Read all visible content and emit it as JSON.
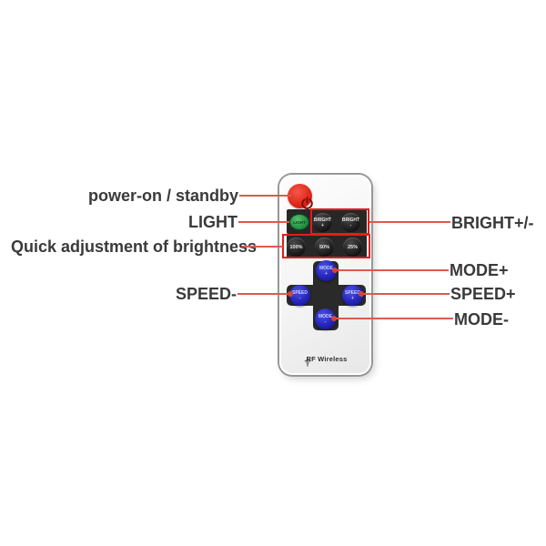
{
  "remote": {
    "brand": "RF Wireless",
    "buttons": {
      "light": {
        "label": "LIGHT"
      },
      "bright_plus": {
        "line1": "BRIGHT",
        "line2": "+"
      },
      "bright_minus": {
        "line1": "BRIGHT",
        "line2": "-"
      },
      "percent": [
        "100%",
        "50%",
        "25%"
      ],
      "mode_plus": {
        "line1": "MODE",
        "line2": "+"
      },
      "speed_minus": {
        "line1": "SPEED",
        "line2": "-"
      },
      "speed_plus": {
        "line1": "SPEED",
        "line2": "+"
      },
      "mode_minus": {
        "line1": "MODE",
        "line2": "-"
      }
    }
  },
  "annotations": {
    "left": {
      "power": "power-on / standby",
      "light": "LIGHT",
      "brightness": "Quick adjustment of brightness",
      "speed_minus": "SPEED-"
    },
    "right": {
      "bright": "BRIGHT+/-",
      "mode_plus": "MODE+",
      "speed_plus": "SPEED+",
      "mode_minus": "MODE-"
    }
  },
  "colors": {
    "power_red": "#e02517",
    "light_green": "#259044",
    "button_blue": "#2424b8",
    "panel_dark": "#272727",
    "outline_red": "#e31c1c",
    "connector_red": "#dd5a50",
    "label_text": "#3a3a3a"
  }
}
